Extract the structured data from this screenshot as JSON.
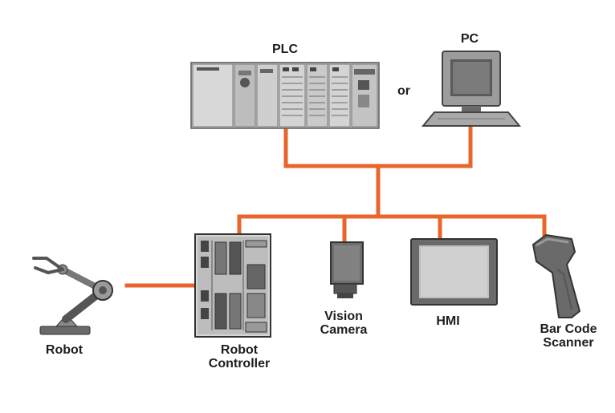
{
  "labels": {
    "plc": "PLC",
    "pc": "PC",
    "or": "or",
    "robot": "Robot",
    "robot_controller_line1": "Robot",
    "robot_controller_line2": "Controller",
    "vision_camera_line1": "Vision",
    "vision_camera_line2": "Camera",
    "hmi": "HMI",
    "scanner_line1": "Bar Code",
    "scanner_line2": "Scanner"
  },
  "colors": {
    "network_line": "#e8662b",
    "device_gray": "#9a9a9a",
    "device_dark": "#4a4a4a",
    "text": "#1e1e1e"
  },
  "icons": [
    "plc-icon",
    "pc-icon",
    "robot-arm-icon",
    "robot-controller-icon",
    "vision-camera-icon",
    "hmi-icon",
    "barcode-scanner-icon"
  ]
}
